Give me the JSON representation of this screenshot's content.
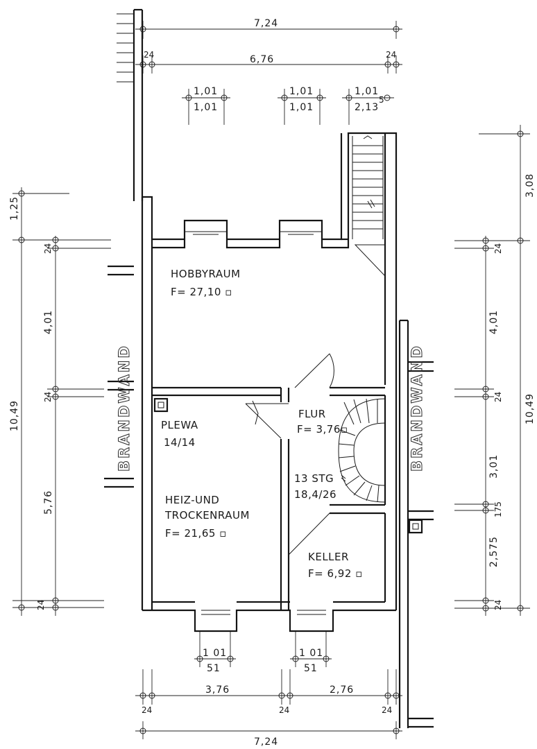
{
  "rooms": {
    "hobby": {
      "name": "HOBBYRAUM",
      "area": "F= 27,10 ▫"
    },
    "plewa": {
      "name": "PLEWA",
      "size": "14/14"
    },
    "heiz": {
      "line1": "HEIZ-UND",
      "line2": "TROCKENRAUM",
      "area": "F= 21,65 ▫"
    },
    "flur": {
      "name": "FLUR",
      "area": "F= 3,76▫"
    },
    "stair": {
      "steps": "13 STG",
      "ratio": "18,4/26"
    },
    "keller": {
      "name": "KELLER",
      "area": "F= 6,92 ▫"
    }
  },
  "walls": {
    "left": "BRANDWAND",
    "right": "BRANDWAND"
  },
  "dims": {
    "top_total": "7,24",
    "top_inner": "6,76",
    "top_w24_left": "24",
    "top_w24_right": "24",
    "win1_top": "1,01",
    "win1_bot": "1,01",
    "win2_top": "1,01",
    "win2_bot": "1,01",
    "win3_top": "1,01",
    "win3_bot": "2,13",
    "win3_sup": "5",
    "left_125": "1,25",
    "left_24a": "24",
    "left_401": "4,01",
    "left_24b": "24",
    "left_1049": "10,49",
    "left_576": "5,76",
    "left_24c": "24",
    "right_308": "3,08",
    "right_24a": "24",
    "right_401": "4,01",
    "right_24b": "24",
    "right_1049": "10,49",
    "right_301": "3,01",
    "right_175": "175",
    "right_2575": "2,575",
    "right_24c": "24",
    "bwin1_top": "1 01",
    "bwin1_bot": "51",
    "bwin2_top": "1 01",
    "bwin2_bot": "51",
    "bot_376": "3,76",
    "bot_276": "2,76",
    "bot_24a": "24",
    "bot_24b": "24",
    "bot_24c": "24",
    "bot_total": "7,24"
  }
}
